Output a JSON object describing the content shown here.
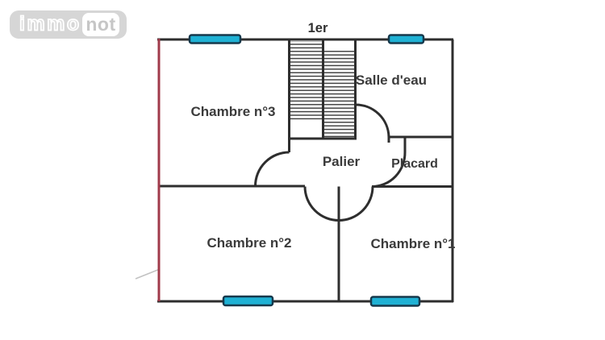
{
  "logo": {
    "immo": "immo",
    "not": "not"
  },
  "plan": {
    "floor_label": "1er",
    "rooms": {
      "chambre3": "Chambre n°3",
      "salle_eau": "Salle d'eau",
      "palier": "Palier",
      "placard": "Placard",
      "chambre2": "Chambre n°2",
      "chambre1": "Chambre n°1"
    },
    "symbols": {
      "windows": [
        "window-top-left",
        "window-top-right",
        "window-bottom-left",
        "window-bottom-right"
      ],
      "stairs": "stairs-double-flight",
      "doors": [
        "door-chambre3",
        "door-salle-eau",
        "door-placard",
        "double-door-chambres"
      ]
    },
    "colors": {
      "wall": "#2e2e2e",
      "left_wall_red": "#a03a4a",
      "window_fill": "#1fb1d4",
      "window_border": "#16394c",
      "label_text": "#3b3b3b",
      "logo_gray": "#d6d6d6"
    }
  }
}
